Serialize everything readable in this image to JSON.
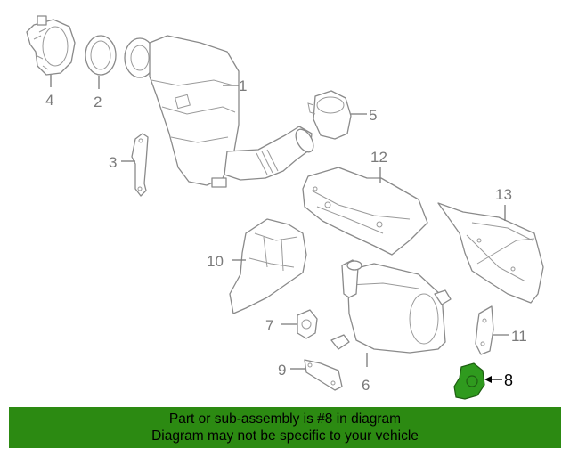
{
  "diagram": {
    "callouts": {
      "c1": "1",
      "c2": "2",
      "c3": "3",
      "c4": "4",
      "c5": "5",
      "c6": "6",
      "c7": "7",
      "c8": "8",
      "c9": "9",
      "c10": "10",
      "c11": "11",
      "c12": "12",
      "c13": "13"
    },
    "highlighted_part": "8",
    "highlight_color": "#2f9a1e"
  },
  "banner": {
    "line1": "Part or sub-assembly is #8 in diagram",
    "line2": "Diagram may not be specific to your vehicle",
    "background": "#2c8a12"
  }
}
